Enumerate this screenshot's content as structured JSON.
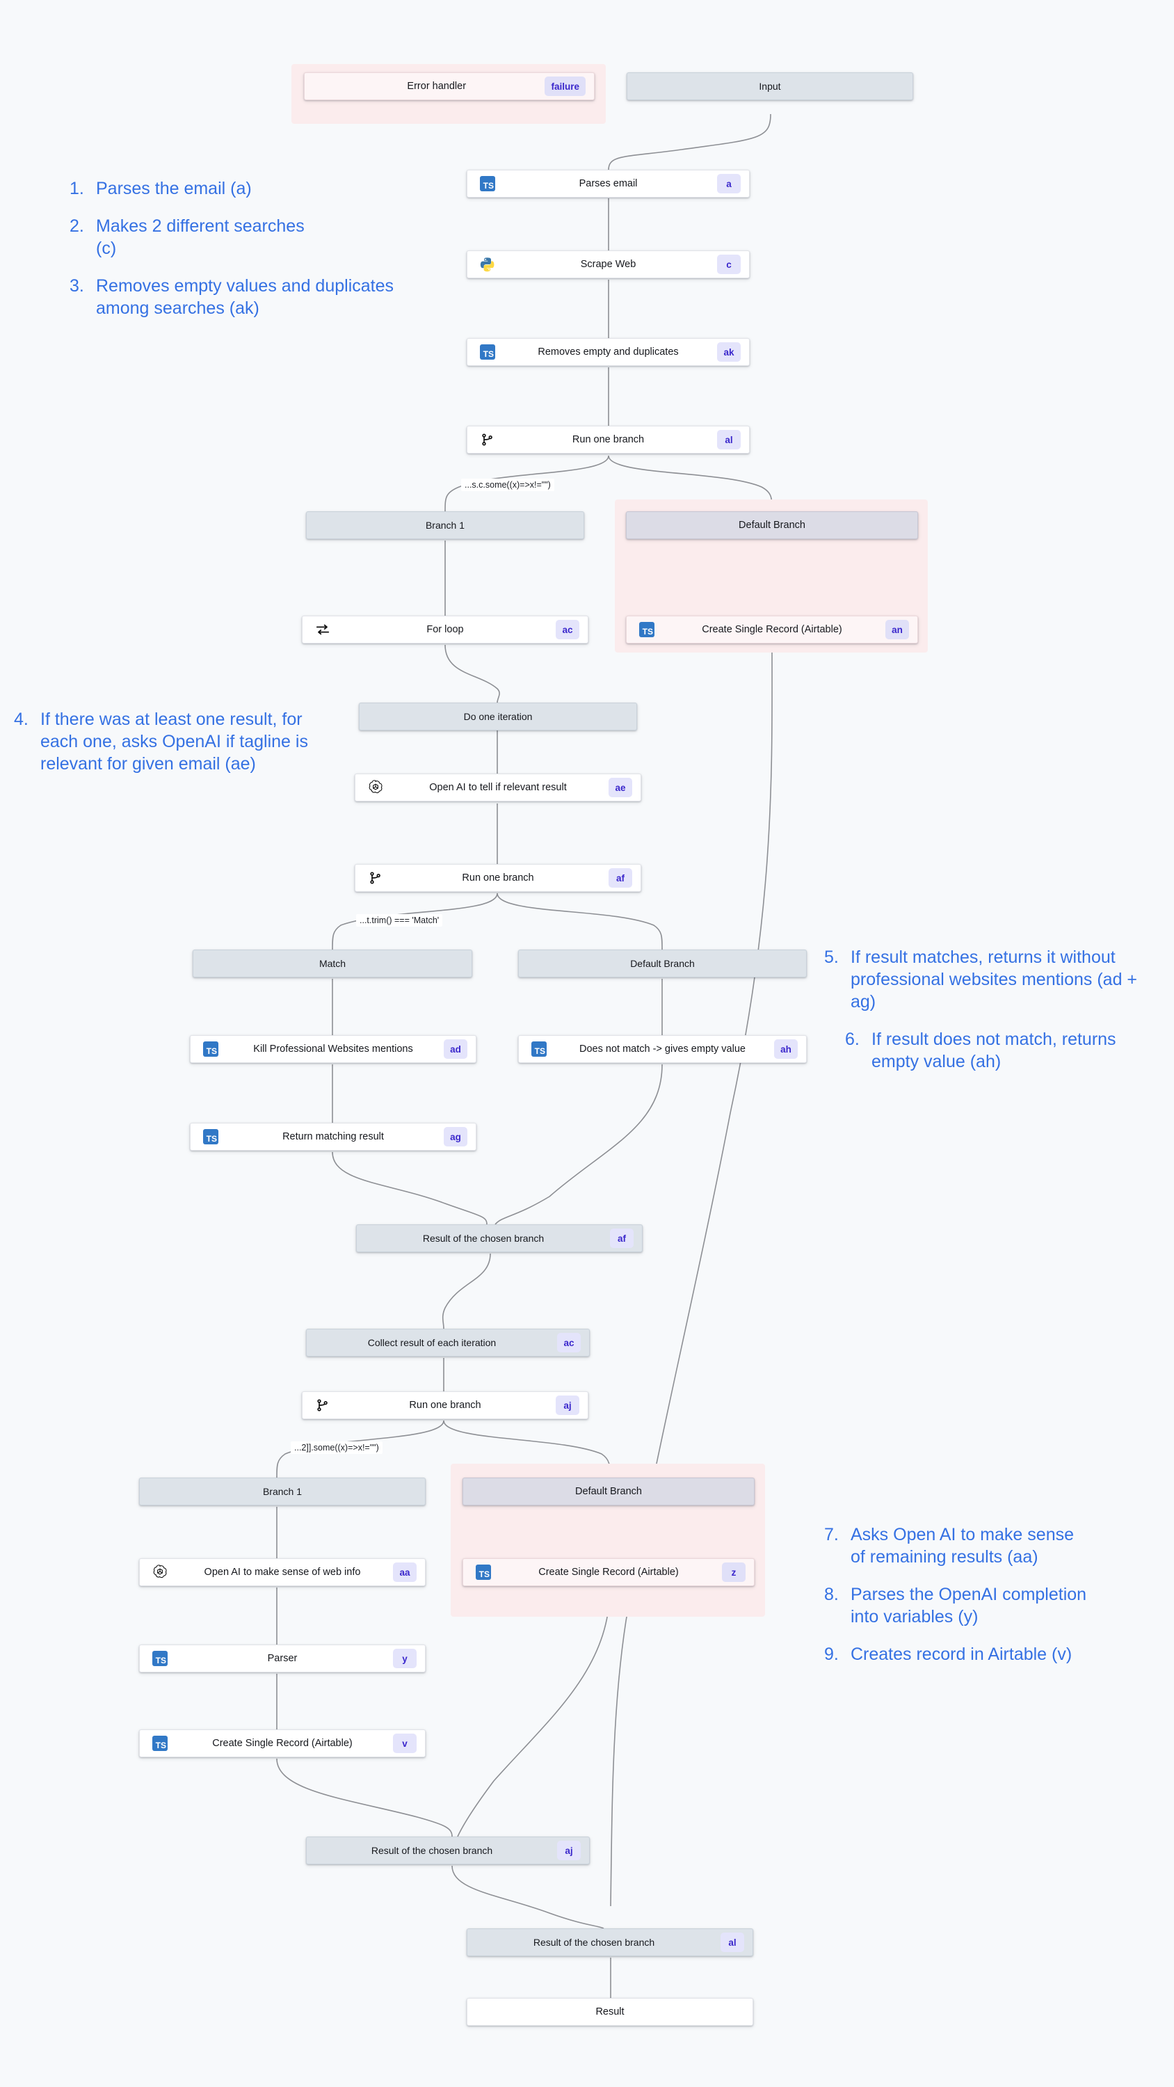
{
  "canvas": {
    "background": "#f7f9fb",
    "accent_blue": "#3571e3",
    "badge_bg": "#e4e4fb",
    "badge_fg": "#3b28cc",
    "error_zone": "#fbeced"
  },
  "nodes": [
    {
      "id": "error_handler",
      "label": "Error handler",
      "badge": "failure",
      "icon": "none",
      "type": "errcard"
    },
    {
      "id": "input",
      "label": "Input",
      "badge": "",
      "icon": "none",
      "type": "step"
    },
    {
      "id": "parses_email",
      "label": "Parses email",
      "badge": "a",
      "icon": "typescript-icon",
      "type": "card"
    },
    {
      "id": "scrape_web",
      "label": "Scrape Web",
      "badge": "c",
      "icon": "python-icon",
      "type": "card"
    },
    {
      "id": "removes_empty",
      "label": "Removes empty and duplicates",
      "badge": "ak",
      "icon": "typescript-icon",
      "type": "card"
    },
    {
      "id": "run_branch_al",
      "label": "Run one branch",
      "badge": "al",
      "icon": "branch-icon",
      "type": "card"
    },
    {
      "id": "branch1_top",
      "label": "Branch 1",
      "badge": "",
      "icon": "none",
      "type": "step"
    },
    {
      "id": "default_top",
      "label": "Default Branch",
      "badge": "",
      "icon": "none",
      "type": "dbranch"
    },
    {
      "id": "for_loop",
      "label": "For loop",
      "badge": "ac",
      "icon": "loop-icon",
      "type": "card"
    },
    {
      "id": "create_rec_an",
      "label": "Create Single Record (Airtable)",
      "badge": "an",
      "icon": "typescript-icon",
      "type": "errcard"
    },
    {
      "id": "do_one_iter",
      "label": "Do one iteration",
      "badge": "",
      "icon": "none",
      "type": "step"
    },
    {
      "id": "openai_ae",
      "label": "Open AI to tell if relevant result",
      "badge": "ae",
      "icon": "openai-icon",
      "type": "card"
    },
    {
      "id": "run_branch_af",
      "label": "Run one branch",
      "badge": "af",
      "icon": "branch-icon",
      "type": "card"
    },
    {
      "id": "match",
      "label": "Match",
      "badge": "",
      "icon": "none",
      "type": "step"
    },
    {
      "id": "default_mid",
      "label": "Default Branch",
      "badge": "",
      "icon": "none",
      "type": "step"
    },
    {
      "id": "kill_pro",
      "label": "Kill Professional Websites mentions",
      "badge": "ad",
      "icon": "typescript-icon",
      "type": "card"
    },
    {
      "id": "does_not_match",
      "label": "Does not match -> gives empty value",
      "badge": "ah",
      "icon": "typescript-icon",
      "type": "card"
    },
    {
      "id": "return_match",
      "label": "Return matching result",
      "badge": "ag",
      "icon": "typescript-icon",
      "type": "card"
    },
    {
      "id": "result_af",
      "label": "Result of the chosen branch",
      "badge": "af",
      "icon": "none",
      "type": "step"
    },
    {
      "id": "collect_iter",
      "label": "Collect result of each iteration",
      "badge": "ac",
      "icon": "none",
      "type": "step"
    },
    {
      "id": "run_branch_aj",
      "label": "Run one branch",
      "badge": "aj",
      "icon": "branch-icon",
      "type": "card"
    },
    {
      "id": "branch1_bot",
      "label": "Branch 1",
      "badge": "",
      "icon": "none",
      "type": "step"
    },
    {
      "id": "default_bot",
      "label": "Default Branch",
      "badge": "",
      "icon": "none",
      "type": "dbranch"
    },
    {
      "id": "openai_aa",
      "label": "Open AI to make sense of web info",
      "badge": "aa",
      "icon": "openai-icon",
      "type": "card"
    },
    {
      "id": "create_rec_z",
      "label": "Create Single Record (Airtable)",
      "badge": "z",
      "icon": "typescript-icon",
      "type": "errcard"
    },
    {
      "id": "parser_y",
      "label": "Parser",
      "badge": "y",
      "icon": "typescript-icon",
      "type": "card"
    },
    {
      "id": "create_rec_v",
      "label": "Create Single Record (Airtable)",
      "badge": "v",
      "icon": "typescript-icon",
      "type": "card"
    },
    {
      "id": "result_aj",
      "label": "Result of the chosen branch",
      "badge": "aj",
      "icon": "none",
      "type": "step"
    },
    {
      "id": "result_al",
      "label": "Result of the chosen branch",
      "badge": "al",
      "icon": "none",
      "type": "step"
    },
    {
      "id": "result_final",
      "label": "Result",
      "badge": "",
      "icon": "none",
      "type": "card"
    }
  ],
  "edge_labels": [
    {
      "id": "cond_top",
      "text": "...s.c.some((x)=>x!=\"\")"
    },
    {
      "id": "cond_match",
      "text": "...t.trim() === 'Match'"
    },
    {
      "id": "cond_bottom",
      "text": "...2]].some((x)=>x!=\"\")"
    }
  ],
  "annotations_left": [
    {
      "num": "1.",
      "text": "Parses the email (a)"
    },
    {
      "num": "2.",
      "text": "Makes 2 different searches (c)"
    },
    {
      "num": "3.",
      "text": "Removes empty values and duplicates among searches (ak)"
    }
  ],
  "annotations_left_mid": [
    {
      "num": "4.",
      "text": "If there was at least one result, for each one, asks OpenAI if tagline is relevant for given email (ae)"
    }
  ],
  "annotations_right_mid": [
    {
      "num": "5.",
      "text": "If result matches, returns it without professional websites mentions (ad + ag)"
    },
    {
      "num": "6.",
      "text": "If result does not match, returns empty value (ah)"
    }
  ],
  "annotations_right_bot": [
    {
      "num": "7.",
      "text": "Asks Open AI to make sense of remaining results (aa)"
    },
    {
      "num": "8.",
      "text": "Parses the OpenAI completion into variables (y)"
    },
    {
      "num": "9.",
      "text": "Creates record in Airtable (v)"
    }
  ]
}
